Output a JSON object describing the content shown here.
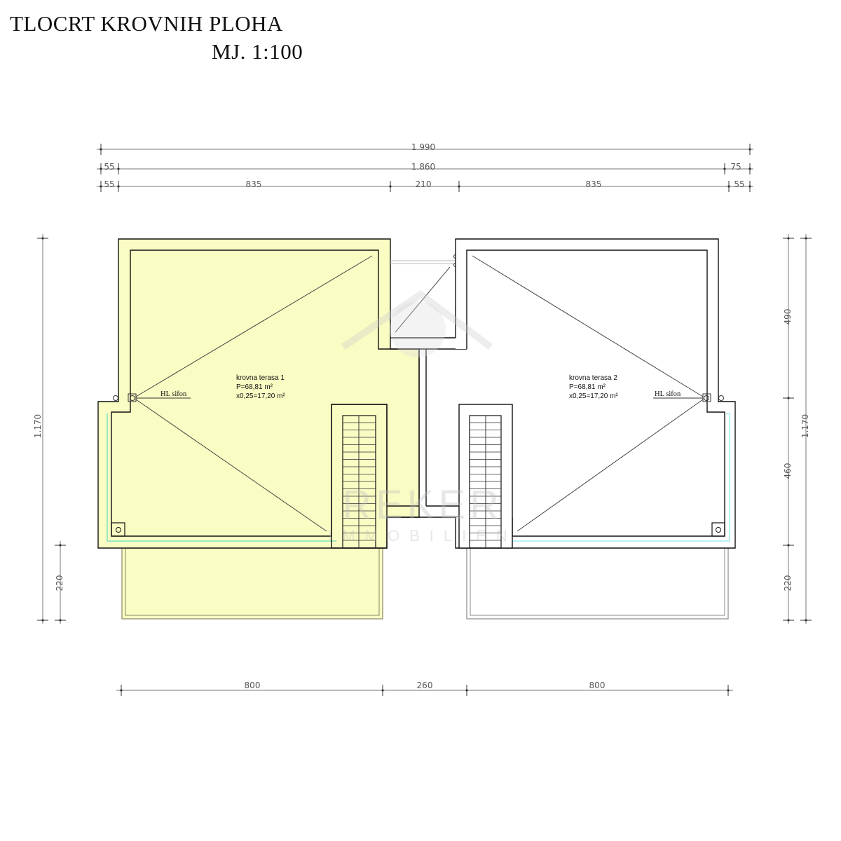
{
  "header": {
    "title": "TLOCRT KROVNIH PLOHA",
    "scale": "MJ. 1:100"
  },
  "dimensions": {
    "top_row1": [
      "1.990"
    ],
    "top_row2": [
      "55",
      "1.860",
      "75"
    ],
    "top_row3": [
      "55",
      "835",
      "210",
      "835",
      "55"
    ],
    "left": [
      "1.170",
      "220"
    ],
    "right_inner": [
      "490",
      "460",
      "220"
    ],
    "right_outer": [
      "1.170"
    ],
    "bottom": [
      "800",
      "260",
      "800"
    ]
  },
  "units": [
    {
      "name": "krovna terasa 1",
      "area": "P=68,81 m²",
      "weighted": "x0,25=17,20 m²",
      "drain": "HL sifon"
    },
    {
      "name": "krovna terasa 2",
      "area": "P=68,81 m²",
      "weighted": "x0,25=17,20 m²",
      "drain": "HL sifon"
    }
  ],
  "watermark": {
    "line1": "REKER",
    "line2": "IMMOBILIEN"
  },
  "colors": {
    "unit1_fill": "#f9fcc3",
    "wall": "#111111",
    "edge_green": "#9fe8c0",
    "edge_cyan": "#b8f2f2"
  }
}
